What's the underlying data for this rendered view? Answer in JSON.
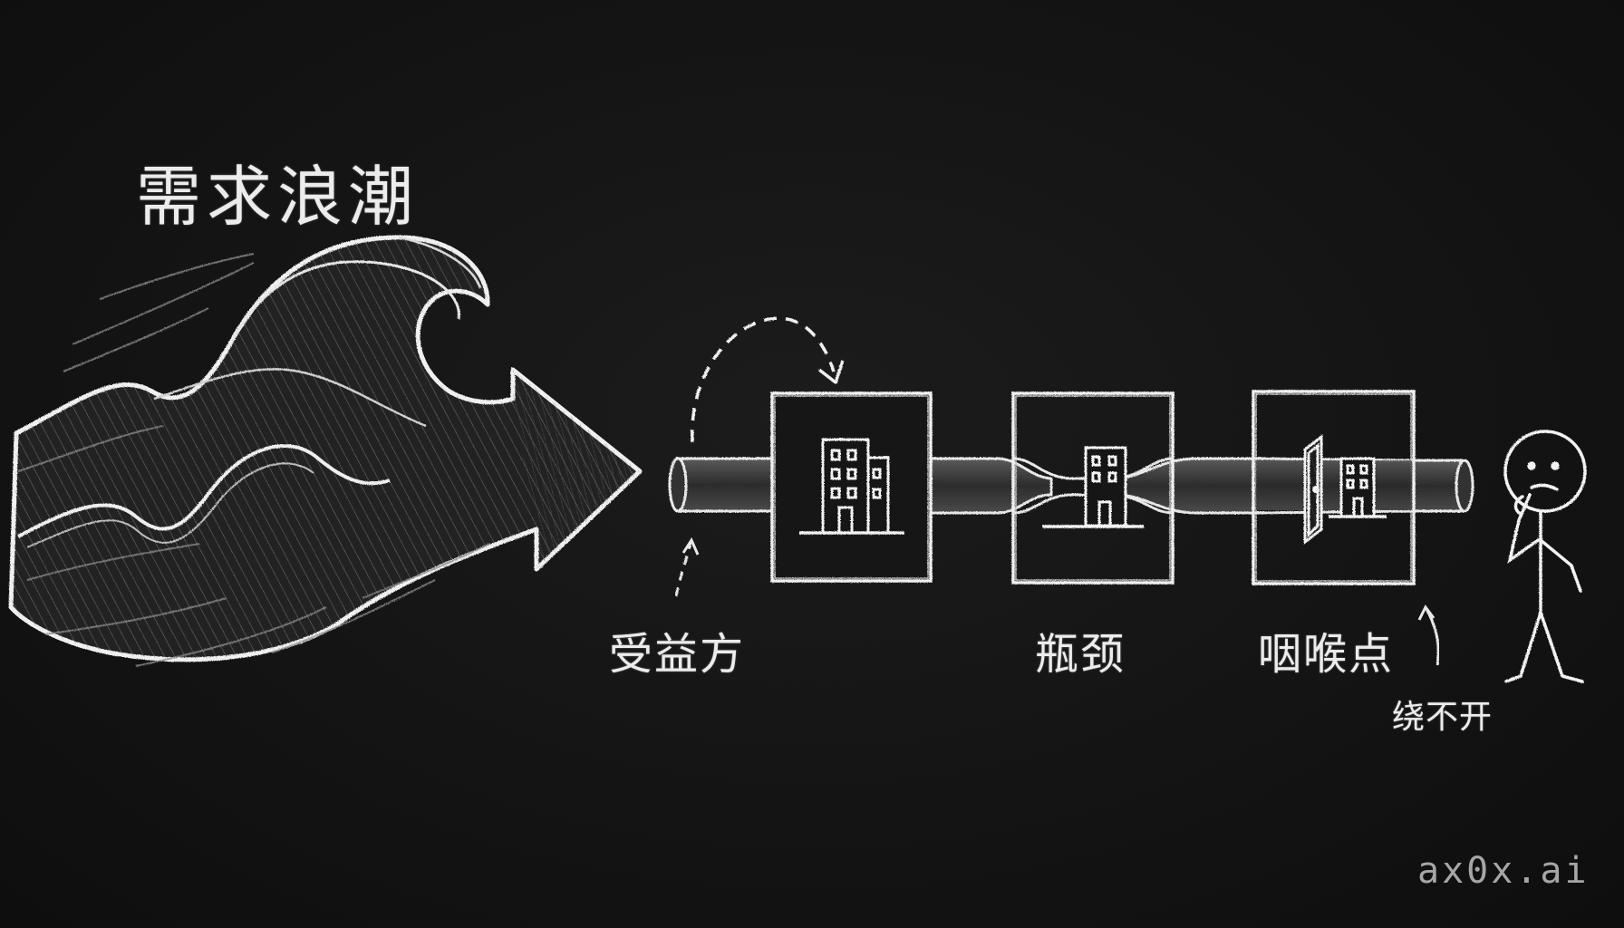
{
  "diagram": {
    "title": "需求浪潮",
    "stages": [
      {
        "label": "受益方"
      },
      {
        "label": "瓶颈"
      },
      {
        "label": "咽喉点"
      }
    ],
    "person_caption": "绕不开",
    "watermark": "ax0x.ai"
  },
  "colors": {
    "background": "#141414",
    "chalk": "#ececec",
    "watermark": "#a6a6a6"
  },
  "icons": [
    "wave-icon",
    "arrow-icon",
    "building-icon",
    "door-icon",
    "stick-figure-icon"
  ]
}
